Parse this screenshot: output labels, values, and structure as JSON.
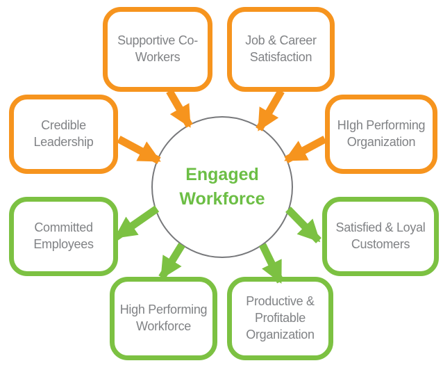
{
  "diagram": {
    "title_not_shown": null,
    "center": {
      "label": "Engaged Workforce"
    },
    "inputs": [
      {
        "label": "Supportive Co-Workers"
      },
      {
        "label": "Job & Career Satisfaction"
      },
      {
        "label": "Credible Leadership"
      },
      {
        "label": "HIgh Performing Organization"
      }
    ],
    "outputs": [
      {
        "label": "Committed Employees"
      },
      {
        "label": "Satisfied & Loyal Customers"
      },
      {
        "label": "High Performing Workforce"
      },
      {
        "label": "Productive & Profitable Organization"
      }
    ],
    "colors": {
      "accent_in": "#F6941E",
      "accent_out": "#7CC142",
      "center_text": "#6CBE45",
      "node_text": "#808285",
      "circle_stroke": "#77787B"
    }
  }
}
